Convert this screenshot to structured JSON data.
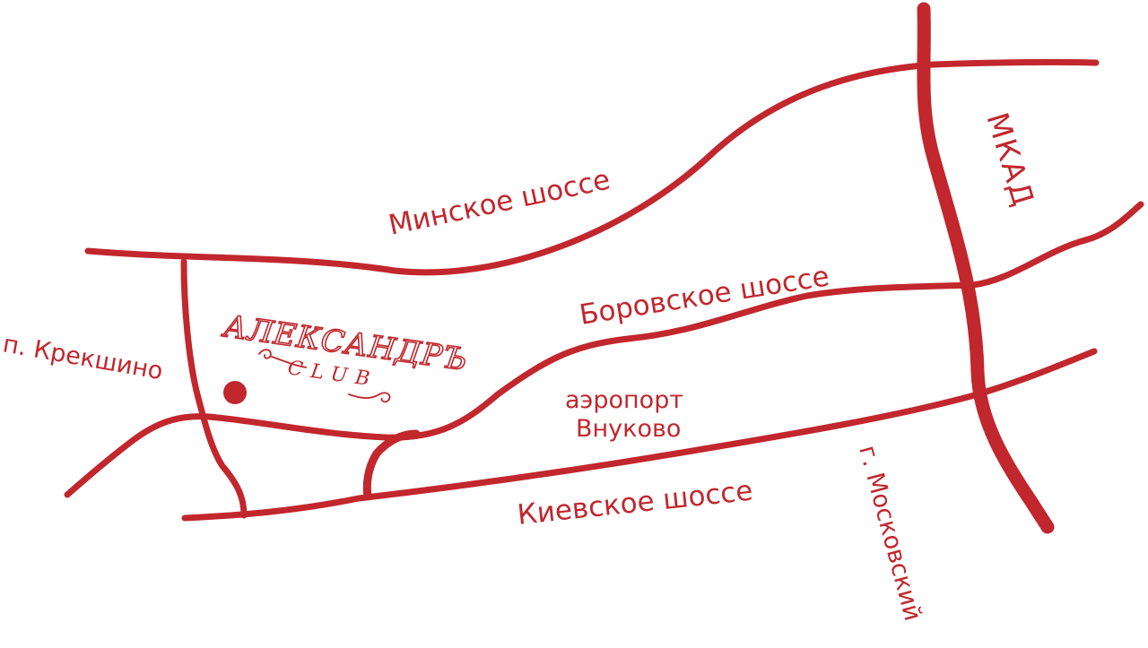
{
  "colors": {
    "road": "#c1272d",
    "background": "#ffffff"
  },
  "labels": {
    "minskoe": "Минское шоссе",
    "borovskoe": "Боровское шоссе",
    "kievskoe": "Киевское шоссе",
    "mkad": "МКАД",
    "kreshino": "п. Крекшино",
    "vnukovo_line1": "аэропорт",
    "vnukovo_line2": "Внуково",
    "moskovsky": "г. Московский"
  },
  "logo": {
    "name": "АЛЕКСАНДРЪ",
    "sub": "CLUB"
  }
}
